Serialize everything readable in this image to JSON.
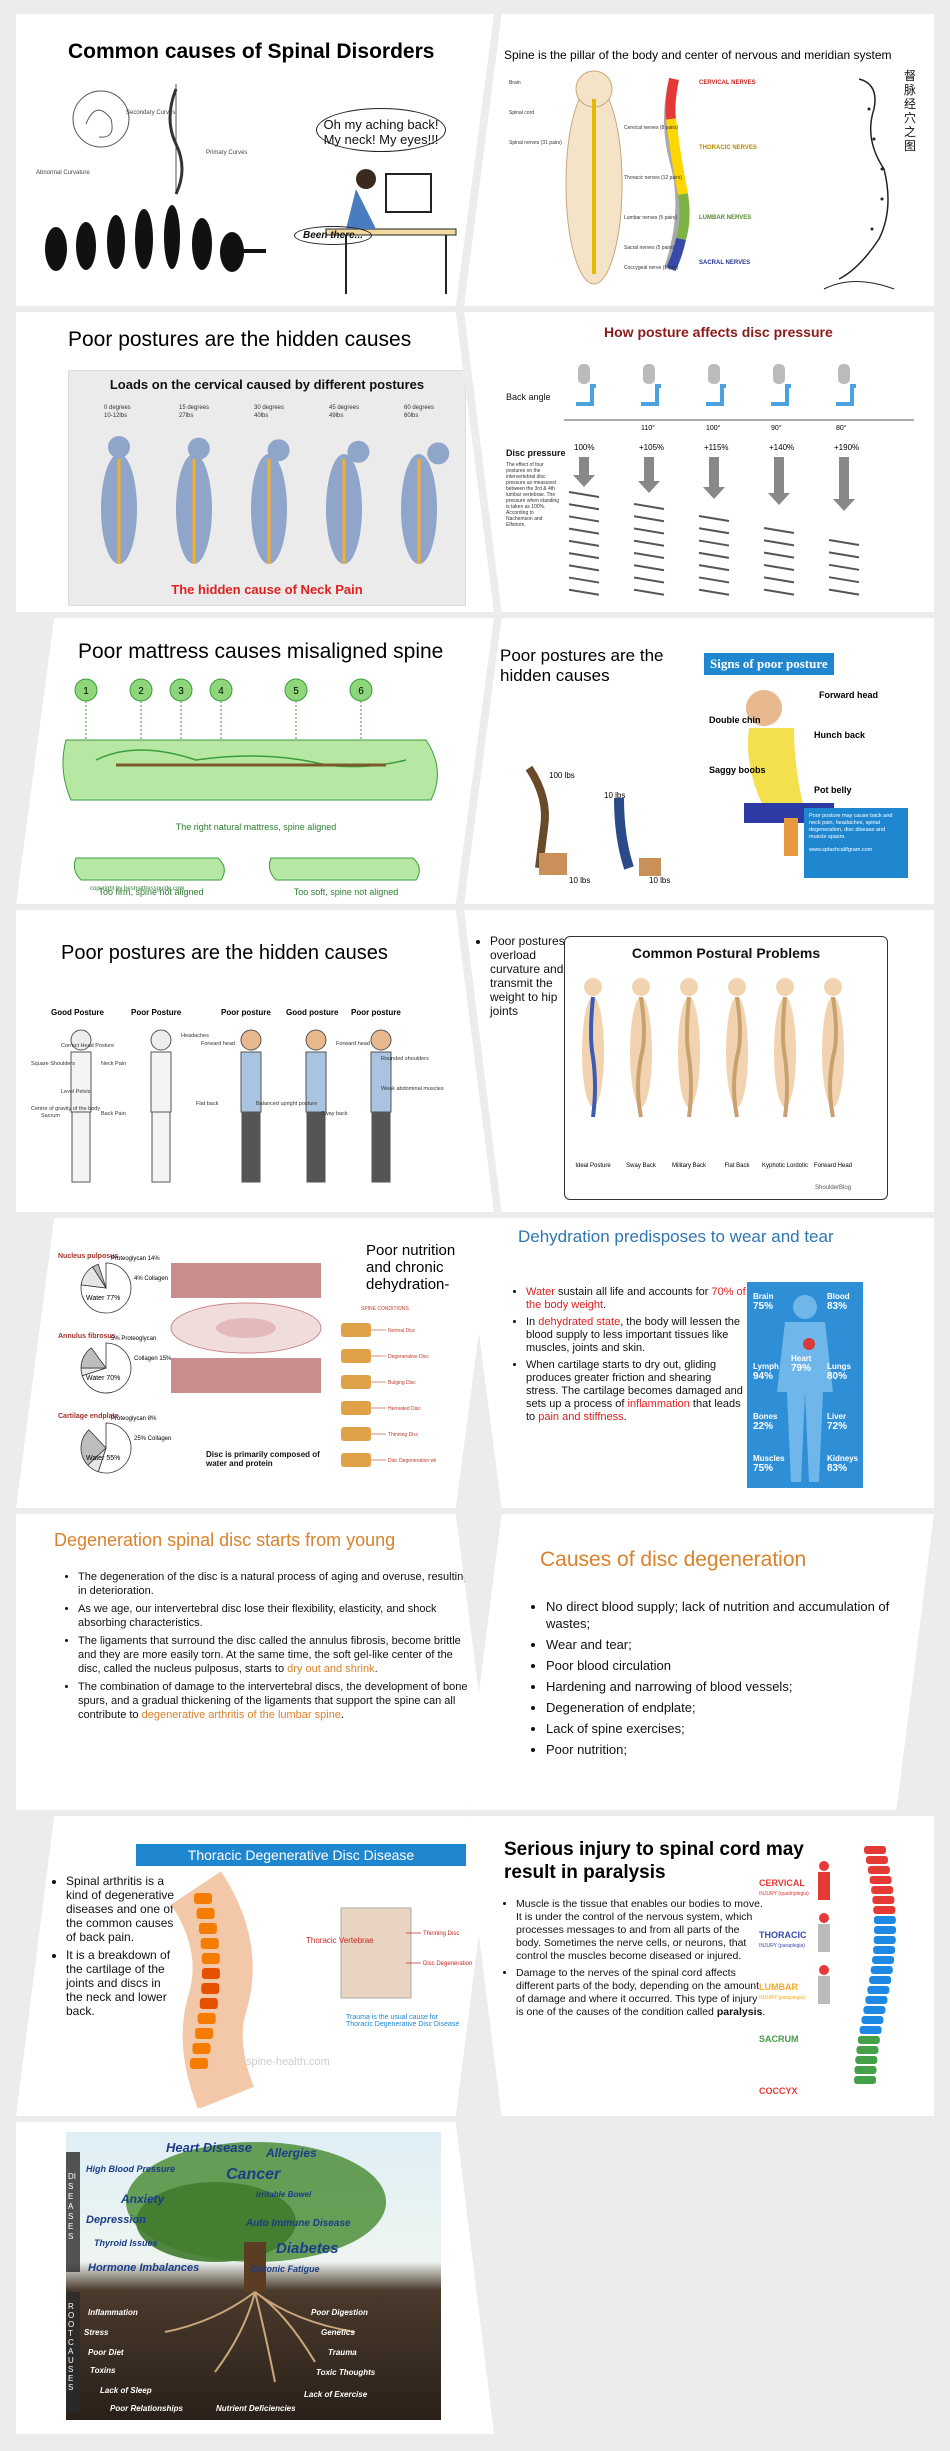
{
  "colors": {
    "orange": "#d9822b",
    "blue": "#2f75b5",
    "red": "#e02020",
    "banner": "#1f87d0",
    "green": "#33a852"
  },
  "p1": {
    "title": "Common causes of Spinal Disorders",
    "bubble": "Oh my aching back! My neck! My eyes!!!",
    "been": "Been there...",
    "labels": [
      "Abnormal Curvature",
      "Secondary Curves",
      "Primary Curves"
    ]
  },
  "p2": {
    "title": "Spine is the pillar of the body and center of nervous and meridian system",
    "groups": [
      "CERVICAL NERVES",
      "THORACIC NERVES",
      "LUMBAR NERVES",
      "SACRAL NERVES"
    ],
    "cjk": "督脉经穴之图",
    "left": [
      "Brain",
      "Spinal cord",
      "Spinal nerves (31 pairs)",
      "Cervical nerves (8 pairs)",
      "Thoracic nerves (12 pairs)",
      "Lumbar nerves (5 pairs)",
      "Sacral nerves (5 pairs)",
      "Coccygeal nerve (1 pair)"
    ]
  },
  "p3": {
    "title": "Poor postures are the hidden causes",
    "inner": "Loads on the cervical caused by different postures",
    "caption": "The hidden cause of Neck Pain",
    "degrees": [
      "0 degrees",
      "15 degrees",
      "30 degrees",
      "45 degrees",
      "60 degrees"
    ],
    "weights": [
      "10-12lbs",
      "27lbs",
      "40lbs",
      "49lbs",
      "60lbs"
    ]
  },
  "p4": {
    "title": "How posture affects disc pressure",
    "back": "Back angle",
    "disc": "Disc pressure",
    "angles": [
      "",
      "110°",
      "100°",
      "90°",
      "80°"
    ],
    "pressures": [
      "100%",
      "+105%",
      "+115%",
      "+140%",
      "+190%"
    ],
    "note": "The effect of four postures on the intervertebral disc pressure as measured between the 3rd & 4th lumbar vertebrae. The pressure when standing is taken as 100%. According to Nachemson and Elfstrom."
  },
  "p5": {
    "title": "Poor mattress causes misaligned spine",
    "nums": [
      "1",
      "2",
      "3",
      "4",
      "5",
      "6"
    ],
    "right": "The right natural mattress, spine aligned",
    "firm": "Too firm, spine not aligned",
    "soft": "Too soft, spine not aligned",
    "copy": "copyright by besmattressguide.com"
  },
  "p6": {
    "title": "Poor postures are the hidden causes",
    "banner": "Signs of poor posture",
    "labels": [
      "Forward head",
      "Double chin",
      "Hunch  back",
      "Saggy boobs",
      "Pot belly"
    ],
    "box": "Poor posture may cause back and neck pain, headaches, spinal degeneration, disc disease and muscle spasm.",
    "site": "www.splashcalifgram.com",
    "lbs": [
      "100 lbs",
      "10 lbs",
      "10 lbs",
      "10 lbs"
    ]
  },
  "p7": {
    "title": "Poor postures are the hidden causes",
    "heads": [
      "Good Posture",
      "Poor Posture",
      "Poor posture",
      "Good posture",
      "Poor posture"
    ],
    "labels": [
      "Correct Head Posture",
      "Square Shoulders",
      "Centre of gravity of the body",
      "Level Pelvis",
      "Sacrum",
      "Neck Pain",
      "Headaches",
      "Back Pain",
      "Forward head",
      "Flat back",
      "Balanced upright posture",
      "Sway back",
      "Forward head",
      "Rounded shoulders",
      "Weak abdominal muscles"
    ]
  },
  "p8": {
    "bullet": "Poor postures overload curvature and transmit the weight to hip joints",
    "inner": "Common Postural Problems",
    "types": [
      "Ideal Posture",
      "Sway Back",
      "Military Back",
      "Flat Back",
      "Kyphotic Lordotic",
      "Forward Head"
    ],
    "credit": "ShoulderBlog"
  },
  "p9": {
    "title": "Poor nutrition and chronic dehydration-",
    "pies": [
      {
        "name": "Nucleus pulposus",
        "water": "Water 77%",
        "items": [
          "Proteoglycan 14%",
          "4% Collagen"
        ]
      },
      {
        "name": "Annulus fibrosus",
        "water": "Water 70%",
        "items": [
          "5% Proteoglycan",
          "Collagen 15%"
        ]
      },
      {
        "name": "Cartilage endplate",
        "water": "Water 55%",
        "items": [
          "Proteoglycan 8%",
          "25% Collagen"
        ]
      }
    ],
    "disc": "Disc is primarily composed of water and protein",
    "cond_head": "SPINE CONDITIONS",
    "conds": [
      "Normal Disc",
      "Degenerative Disc",
      "Bulging Disc",
      "Herniated Disc",
      "Thinning Disc",
      "Disc Degeneration with Osteophyte formation"
    ]
  },
  "p10": {
    "title": "Dehydration predisposes to wear and tear",
    "b1": {
      "a": "Water",
      "b": " sustain all life and accounts for ",
      "c": "70% of the body weight",
      "d": "."
    },
    "b2": {
      "a": "In ",
      "b": "dehydrated state",
      ", ": "",
      "c": ", the body will lessen the blood supply to less important tissues like muscles, joints and skin."
    },
    "b3": {
      "a": "When cartilage starts to dry out, gliding produces greater friction and shearing stress. The cartilage becomes damaged and sets up a process of ",
      "b": "inflammation",
      "c": " that leads to ",
      "d": "pain and stiffness",
      "e": "."
    },
    "stats": [
      {
        "k": "Brain",
        "v": "75%"
      },
      {
        "k": "Blood",
        "v": "83%"
      },
      {
        "k": "Heart",
        "v": "79%"
      },
      {
        "k": "Lymph",
        "v": "94%"
      },
      {
        "k": "Lungs",
        "v": "80%"
      },
      {
        "k": "Bones",
        "v": "22%"
      },
      {
        "k": "Liver",
        "v": "72%"
      },
      {
        "k": "Muscles",
        "v": "75%"
      },
      {
        "k": "Kidneys",
        "v": "83%"
      }
    ]
  },
  "p11": {
    "title": "Degeneration spinal disc starts from young",
    "b1": "The degeneration of the disc is a natural process of aging and overuse, resulting in deterioration.",
    "b2": "As we age, our intervertebral disc lose their flexibility, elasticity, and shock absorbing characteristics.",
    "b3a": "The ligaments that surround the disc called the annulus fibrosis, become brittle and they are more easily torn. At the same time, the soft gel-like center of the disc, called the nucleus pulposus, starts to ",
    "b3b": "dry out and shrink",
    "b3c": ".",
    "b4a": "The combination of damage to the intervertebral discs, the development of bone spurs, and a gradual thickening of the ligaments that support the spine can all contribute to ",
    "b4b": "degenerative arthritis of the lumbar spine",
    "b4c": "."
  },
  "p12": {
    "title": "Causes of disc degeneration",
    "items": [
      "No direct blood supply; lack of nutrition and accumulation of wastes;",
      "Wear and tear;",
      "Poor blood circulation",
      "Hardening and narrowing of blood vessels;",
      "Degeneration of endplate;",
      "Lack of spine exercises;",
      "Poor nutrition;"
    ]
  },
  "p13": {
    "banner": "Thoracic Degenerative Disc Disease",
    "b1": "Spinal arthritis is a kind of degenerative diseases and one of the common causes of back pain.",
    "b2": "It is a breakdown of the cartilage of the joints and discs in the neck and lower back.",
    "vert": "Thoracic Vertebrae",
    "lab1": "Thinning Disc",
    "lab2": "Disc Degeneration",
    "trauma": "Trauma is the usual cause for Thoracic Degenerative Disc Disease",
    "wm": "spine-health.com"
  },
  "p14": {
    "title": "Serious injury to spinal cord may result in paralysis",
    "b1": "Muscle is the tissue that enables our bodies to move. It is under the control of the nervous system, which processes messages to and from all parts of the body. Sometimes the nerve cells, or neurons, that control the muscles become diseased or injured.",
    "b2a": "Damage to the nerves of the spinal cord affects different parts of the body, depending on the amount of damage and where it occurred. This type of injury is one of the causes of the condition called ",
    "b2b": "paralysis",
    "b2c": ".",
    "groups": [
      {
        "t": "CERVICAL",
        "s": "INJURY (quadriplegia)"
      },
      {
        "t": "THORACIC",
        "s": "INJURY (paraplegia)"
      },
      {
        "t": "LUMBAR",
        "s": "INJURY (paraplegia)"
      },
      {
        "t": "SACRUM",
        "s": ""
      },
      {
        "t": "COCCYX",
        "s": ""
      }
    ]
  },
  "p15": {
    "top": [
      "Heart Disease",
      "Allergies",
      "High Blood Pressure",
      "Cancer",
      "Irritable Bowel",
      "Anxiety",
      "Depression",
      "Auto Immune Disease",
      "Thyroid Issues",
      "Diabetes",
      "Hormone Imbalances",
      "Chronic Fatigue"
    ],
    "root": [
      "Inflammation",
      "Poor Digestion",
      "Stress",
      "Genetics",
      "Poor Diet",
      "Trauma",
      "Toxins",
      "Toxic Thoughts",
      "Lack of Sleep",
      "Lack of Exercise",
      "Poor Relationships",
      "Nutrient Deficiencies"
    ],
    "side1": "DISEASES",
    "side2": "ROOT CAUSES"
  }
}
